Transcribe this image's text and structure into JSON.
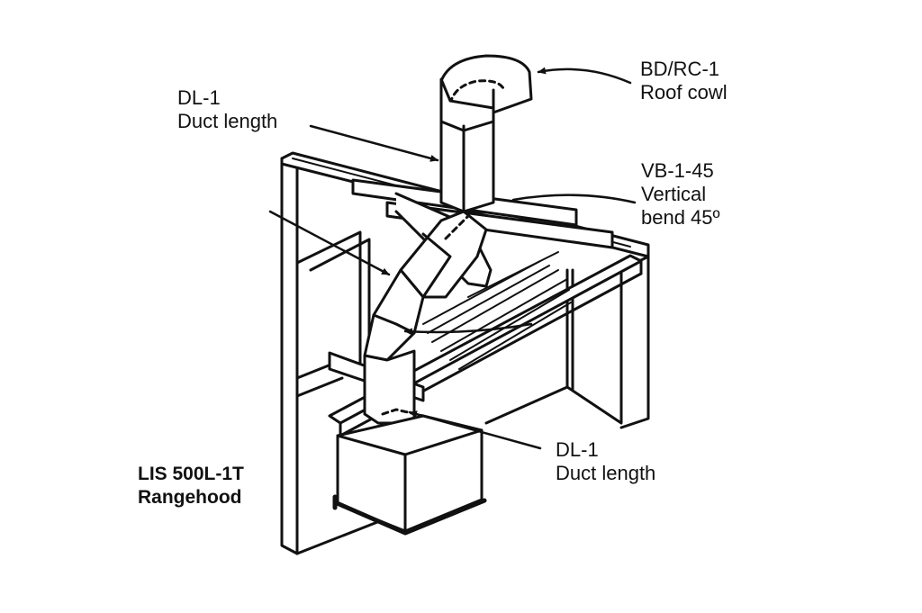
{
  "labels": {
    "roof_cowl": {
      "code": "BD/RC-1",
      "name": "Roof cowl"
    },
    "duct_top": {
      "code": "DL-1",
      "name": "Duct length"
    },
    "bend": {
      "code": "VB-1-45",
      "line1": "Vertical",
      "line2": "bend 45º"
    },
    "duct_bottom": {
      "code": "DL-1",
      "name": "Duct length"
    },
    "rangehood": {
      "code": "LIS 500L-1T",
      "name": "Rangehood"
    }
  },
  "colors": {
    "ink": "#111111",
    "background": "#ffffff"
  }
}
